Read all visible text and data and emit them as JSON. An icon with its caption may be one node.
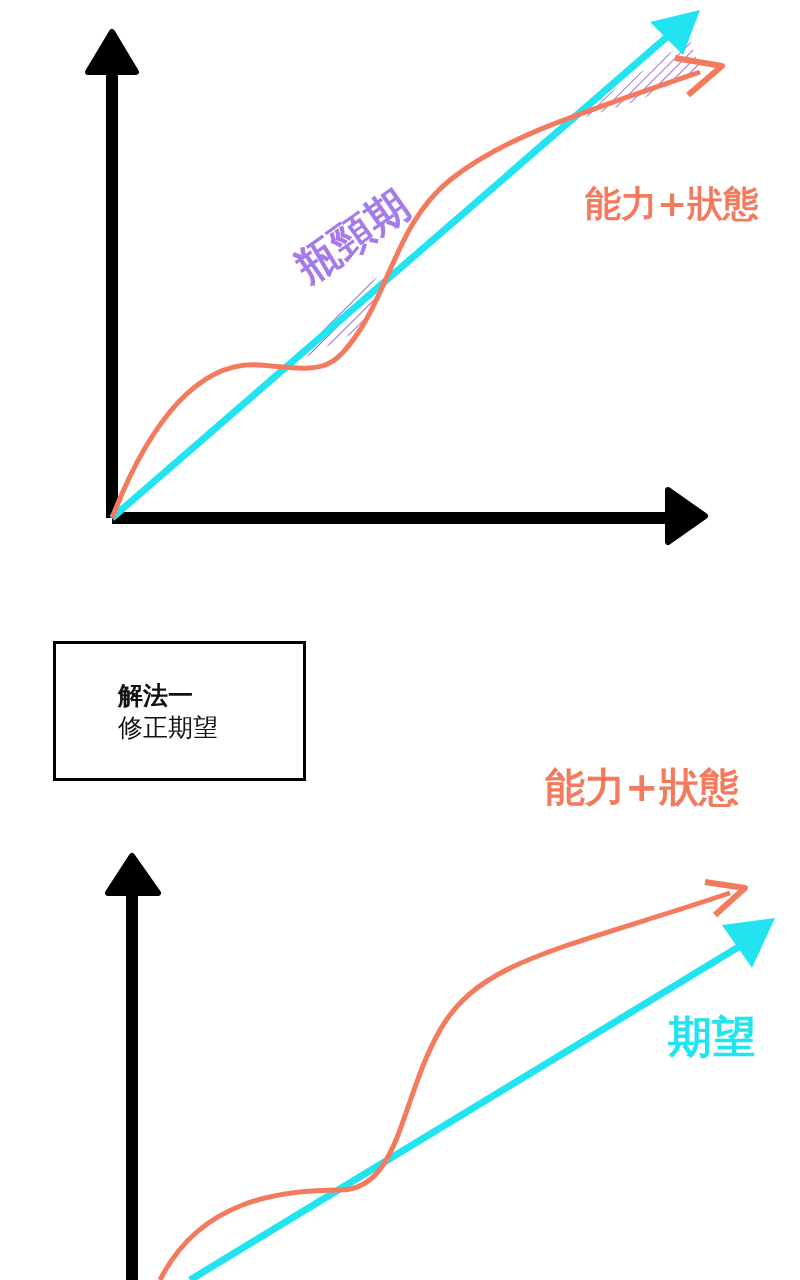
{
  "diagram": {
    "nodes": [
      {
        "text": [
          "解法一",
          "修正期望"
        ]
      }
    ],
    "labels": [
      "瓶頸期",
      "能力+狀態",
      "能力+狀態",
      "期望"
    ]
  }
}
